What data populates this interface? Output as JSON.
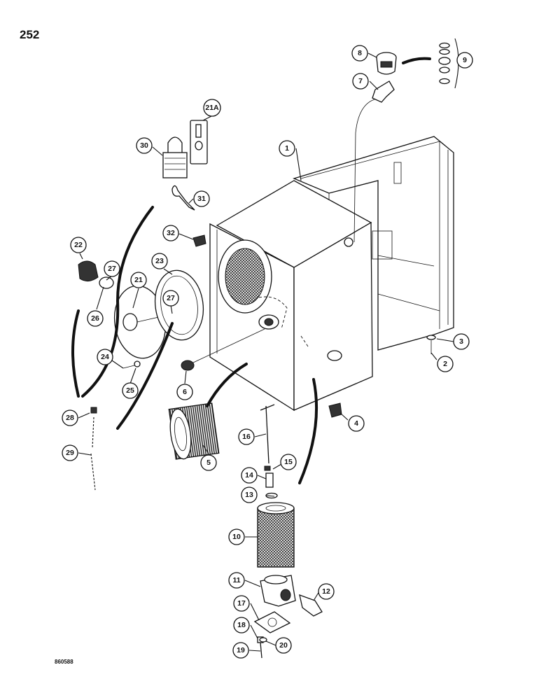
{
  "page_number": "252",
  "drawing_code": "860588",
  "callouts": [
    "1",
    "2",
    "3",
    "4",
    "5",
    "6",
    "7",
    "8",
    "9",
    "10",
    "11",
    "12",
    "13",
    "14",
    "15",
    "16",
    "17",
    "18",
    "19",
    "20",
    "21",
    "21A",
    "22",
    "23",
    "24",
    "25",
    "26",
    "27",
    "27",
    "28",
    "29",
    "30",
    "31",
    "32"
  ]
}
